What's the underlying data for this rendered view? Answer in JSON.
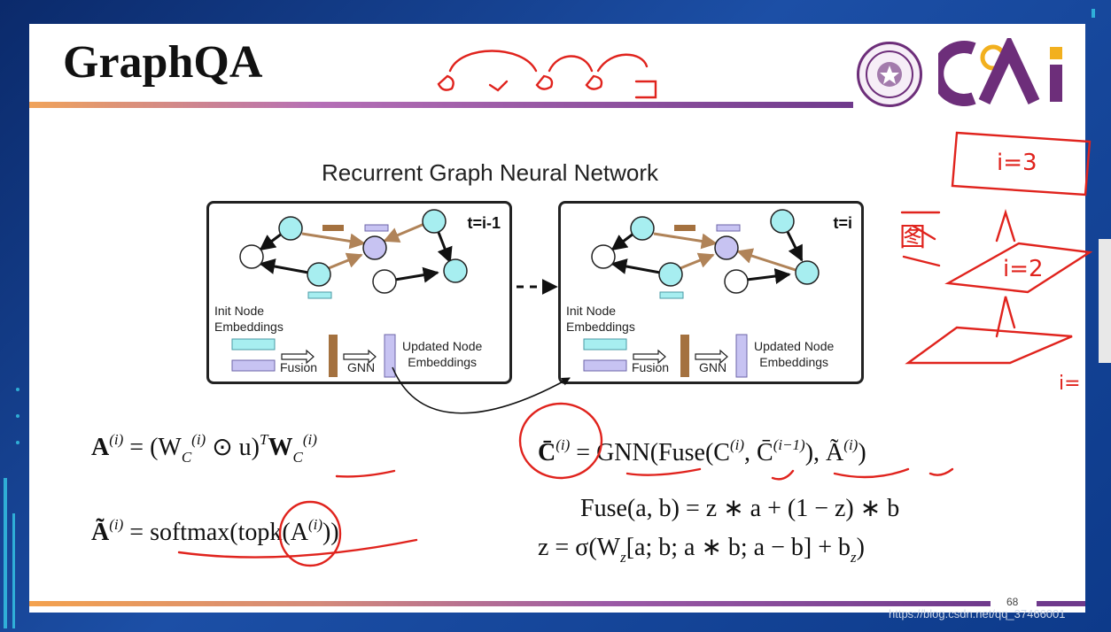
{
  "slide": {
    "title": "GraphQA",
    "diagram_title": "Recurrent Graph Neural Network",
    "page_number": "68"
  },
  "panels": [
    {
      "time_label": "t=i-1",
      "init_label_line1": "Init Node",
      "init_label_line2": "Embeddings",
      "updated_label_line1": "Updated Node",
      "updated_label_line2": "Embeddings",
      "fusion_label": "Fusion",
      "gnn_label": "GNN"
    },
    {
      "time_label": "t=i",
      "init_label_line1": "Init Node",
      "init_label_line2": "Embeddings",
      "updated_label_line1": "Updated Node",
      "updated_label_line2": "Embeddings",
      "fusion_label": "Fusion",
      "gnn_label": "GNN"
    }
  ],
  "equations": {
    "eq1_lhs": "A",
    "eq1_sup": "(i)",
    "eq1_rhs_a": " = (W",
    "eq1_rhs_sub": "C",
    "eq1_rhs_sup": "(i)",
    "eq1_rhs_b": " ⊙ u)",
    "eq1_rhs_T": "T",
    "eq1_rhs_c": "W",
    "eq1_rhs_sub2": "C",
    "eq1_rhs_sup2": "(i)",
    "eq2_lhs": "Ã",
    "eq2_sup": "(i)",
    "eq2_rhs": " = softmax(topk(A",
    "eq2_rhs_sup": "(i)",
    "eq2_rhs_end": "))",
    "eq3_lhs": "C̄",
    "eq3_sup": "(i)",
    "eq3_a": " = GNN(Fuse(C",
    "eq3_sup_a": "(i)",
    "eq3_b": ", C̄",
    "eq3_sup_b": "(i−1)",
    "eq3_c": "), Ã",
    "eq3_sup_c": "(i)",
    "eq3_d": ")",
    "eq4": "Fuse(a, b) = z ∗ a + (1 − z) ∗ b",
    "eq5_a": "z = σ(W",
    "eq5_sub": "z",
    "eq5_b": "[a; b; a ∗ b; a − b] + b",
    "eq5_sub2": "z",
    "eq5_c": ")"
  },
  "annotations": {
    "i3": "i=3",
    "i2": "i=2",
    "tu": "图",
    "bottom": "i="
  },
  "watermark": "https://blog.csdn.net/qq_37466001",
  "colors": {
    "accent_purple": "#6f3a8c",
    "accent_orange": "#f0a35a",
    "node_cyan": "#a7eef0",
    "node_purple": "#c7c3f2",
    "bar_brown": "#a4713f",
    "ink_red": "#e0231d"
  },
  "icons": [
    "university-seal-icon",
    "cai-logo-icon"
  ]
}
